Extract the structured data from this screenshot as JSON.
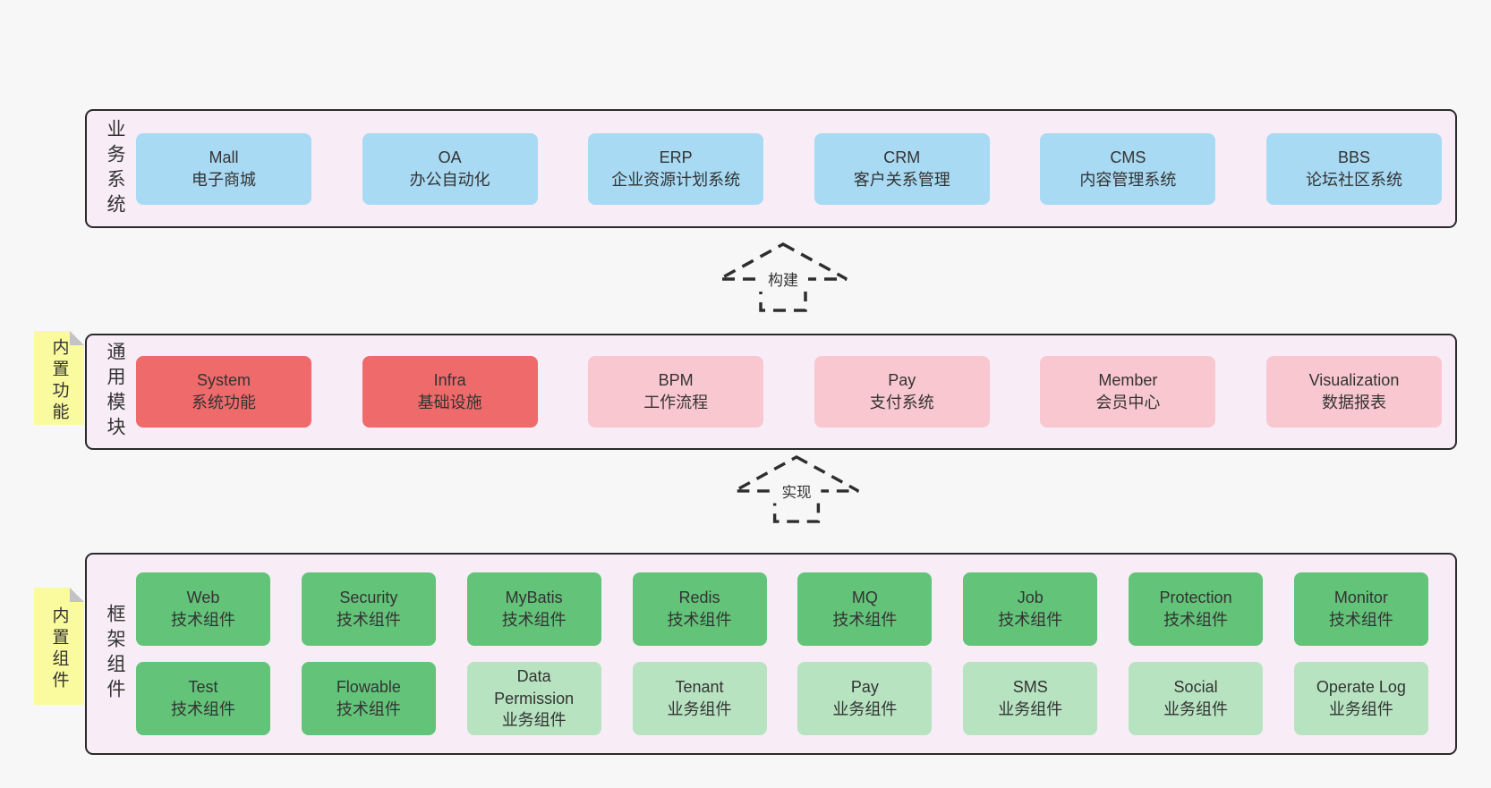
{
  "palette": {
    "page_bg": "#f7f7f7",
    "band_bg": "#f8edf6",
    "band_border": "#2b2b2b",
    "blue_box": "#a8daf4",
    "red_box": "#ef6a6a",
    "pink_box": "#f9c7d0",
    "green_box": "#63c379",
    "light_green_box": "#b7e3c1",
    "sticky_bg": "#fafa9e",
    "sticky_fold": "#c3c3c3",
    "text": "#333333",
    "arrow_stroke": "#2e2e2e"
  },
  "bands": [
    {
      "label": "业务系统",
      "boxes": [
        {
          "name": "Mall",
          "subtitle": "电子商城"
        },
        {
          "name": "OA",
          "subtitle": "办公自动化"
        },
        {
          "name": "ERP",
          "subtitle": "企业资源计划系统"
        },
        {
          "name": "CRM",
          "subtitle": "客户关系管理"
        },
        {
          "name": "CMS",
          "subtitle": "内容管理系统"
        },
        {
          "name": "BBS",
          "subtitle": "论坛社区系统"
        }
      ]
    },
    {
      "label": "通用模块",
      "sticky": "内置功能",
      "boxes": [
        {
          "name": "System",
          "subtitle": "系统功能"
        },
        {
          "name": "Infra",
          "subtitle": "基础设施"
        },
        {
          "name": "BPM",
          "subtitle": "工作流程"
        },
        {
          "name": "Pay",
          "subtitle": "支付系统"
        },
        {
          "name": "Member",
          "subtitle": "会员中心"
        },
        {
          "name": "Visualization",
          "subtitle": "数据报表"
        }
      ]
    },
    {
      "label": "框架组件",
      "sticky": "内置组件",
      "rows": [
        [
          {
            "name": "Web",
            "subtitle": "技术组件"
          },
          {
            "name": "Security",
            "subtitle": "技术组件"
          },
          {
            "name": "MyBatis",
            "subtitle": "技术组件"
          },
          {
            "name": "Redis",
            "subtitle": "技术组件"
          },
          {
            "name": "MQ",
            "subtitle": "技术组件"
          },
          {
            "name": "Job",
            "subtitle": "技术组件"
          },
          {
            "name": "Protection",
            "subtitle": "技术组件"
          },
          {
            "name": "Monitor",
            "subtitle": "技术组件"
          }
        ],
        [
          {
            "name": "Test",
            "subtitle": "技术组件"
          },
          {
            "name": "Flowable",
            "subtitle": "技术组件"
          },
          {
            "name": "Data Permission",
            "subtitle": "业务组件"
          },
          {
            "name": "Tenant",
            "subtitle": "业务组件"
          },
          {
            "name": "Pay",
            "subtitle": "业务组件"
          },
          {
            "name": "SMS",
            "subtitle": "业务组件"
          },
          {
            "name": "Social",
            "subtitle": "业务组件"
          },
          {
            "name": "Operate Log",
            "subtitle": "业务组件"
          }
        ]
      ]
    }
  ],
  "arrows": [
    {
      "label": "构建"
    },
    {
      "label": "实现"
    }
  ]
}
